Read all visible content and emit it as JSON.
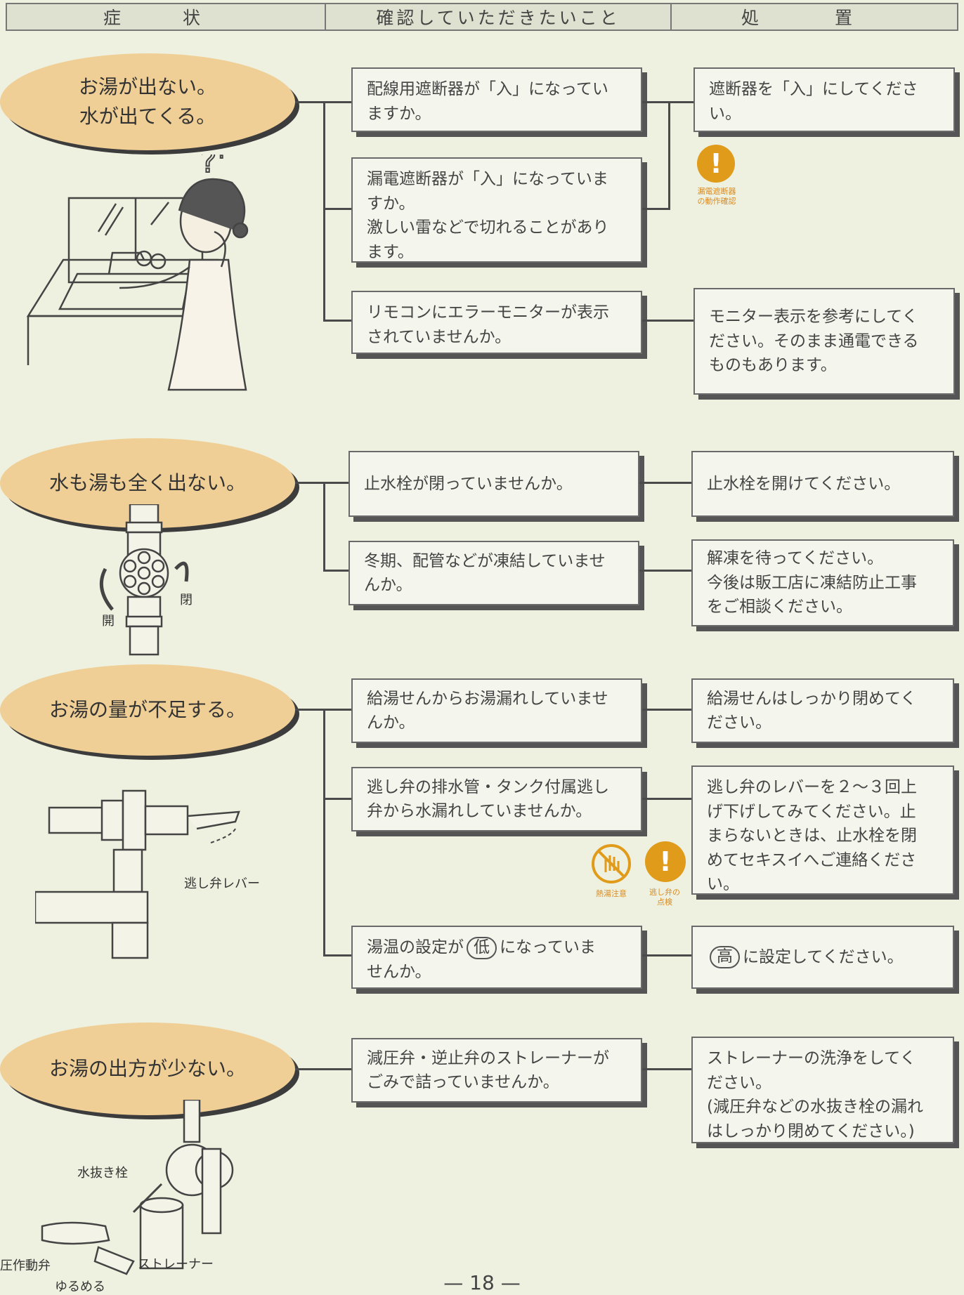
{
  "header": {
    "col1": "症 状",
    "col2": "確認していただきたいこと",
    "col3": "処 置"
  },
  "s1": {
    "symptom_l1": "お湯が出ない。",
    "symptom_l2": "水が出てくる。",
    "c1": "配線用遮断器が「入」になってい\nますか。",
    "c2": "漏電遮断器が「入」になっていま\nすか。\n激しい雷などで切れることがあり\nます。",
    "c3": "リモコンにエラーモニターが表示\nされていませんか。",
    "a1": "遮断器を「入」にしてくださ\nい。",
    "a3": "モニター表示を参考にしてく\nださい。そのまま通電できる\nものもあります。",
    "icon_caption": "漏電遮断器\nの動作確認"
  },
  "s2": {
    "symptom": "水も湯も全く出ない。",
    "c1": "止水栓が閉っていませんか。",
    "c2": "冬期、配管などが凍結していませ\nんか。",
    "a1": "止水栓を開けてください。",
    "a2": "解凍を待ってください。\n今後は販工店に凍結防止工事\nをご相談ください。",
    "label_open": "開",
    "label_close": "閉"
  },
  "s3": {
    "symptom": "お湯の量が不足する。",
    "c1": "給湯せんからお湯漏れしていませ\nんか。",
    "c2": "逃し弁の排水管・タンク付属逃し\n弁から水漏れしていませんか。",
    "c3_pre": "湯温の設定が",
    "c3_circ": "低",
    "c3_post": "になっていま",
    "c3_l2": "せんか。",
    "a1": "給湯せんはしっかり閉めてく\nださい。",
    "a2": "逃し弁のレバーを２～３回上\nげ下げしてみてください。止\nまらないときは、止水栓を閉\nめてセキスイへご連絡くださ\nい。",
    "a3_circ": "高",
    "a3_post": "に設定してください。",
    "lever_label": "逃し弁レバー",
    "hot_caption": "熱湯注意",
    "valve_caption": "逃し弁の\n点検"
  },
  "s4": {
    "symptom": "お湯の出方が少ない。",
    "c1": "減圧弁・逆止弁のストレーナーが\nごみで詰っていませんか。",
    "a1": "ストレーナーの洗浄をしてく\nださい。\n(減圧弁などの水抜き栓の漏れ\nはしっかり閉めてください。)",
    "label_drain": "水抜き栓",
    "label_valve": "圧作動弁",
    "label_loosen": "ゆるめる",
    "label_strainer": "ストレーナー"
  },
  "page_number": "— 18 —"
}
